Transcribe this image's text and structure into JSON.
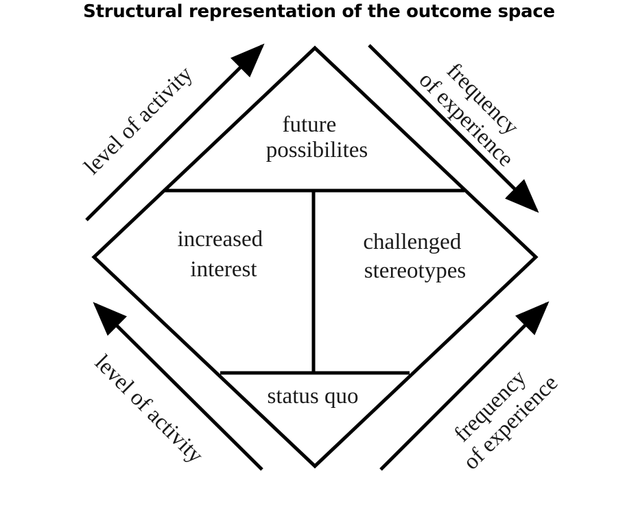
{
  "title": "Structural representation of the outcome space",
  "regions": {
    "top": [
      "future",
      "possibilites"
    ],
    "left": [
      "increased",
      "interest"
    ],
    "right": [
      "challenged",
      "stereotypes"
    ],
    "bottom": [
      "status quo"
    ]
  },
  "arrows": {
    "upper_left": [
      "level of activity"
    ],
    "upper_right": [
      "frequency",
      "of experience"
    ],
    "lower_left": [
      "level of activity"
    ],
    "lower_right": [
      "frequency",
      "of experience"
    ]
  },
  "colors": {
    "ink": "#000000",
    "text": "#1a1a1a",
    "background": "#ffffff"
  }
}
